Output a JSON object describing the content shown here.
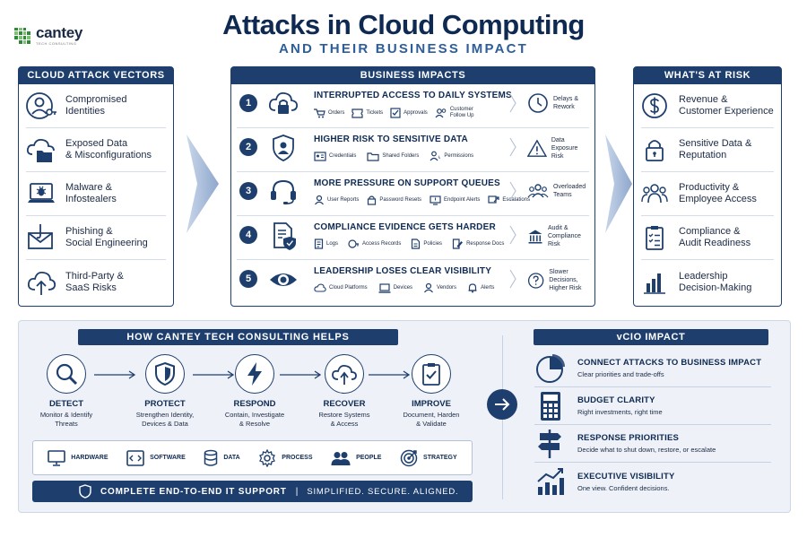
{
  "brand": {
    "name": "cantey",
    "tagline": "TECH CONSULTING"
  },
  "title": "Attacks in Cloud Computing",
  "subtitle": "AND THEIR BUSINESS IMPACT",
  "vectors": {
    "header": "CLOUD ATTACK VECTORS",
    "items": [
      {
        "line1": "Compromised",
        "line2": "Identities",
        "icon": "user-key-icon"
      },
      {
        "line1": "Exposed Data",
        "line2": "& Misconfigurations",
        "icon": "cloud-folder-icon"
      },
      {
        "line1": "Malware &",
        "line2": "Infostealers",
        "icon": "laptop-bug-icon"
      },
      {
        "line1": "Phishing &",
        "line2": "Social Engineering",
        "icon": "envelope-hook-icon"
      },
      {
        "line1": "Third-Party &",
        "line2": "SaaS Risks",
        "icon": "cloud-upload-icon"
      }
    ]
  },
  "impacts": {
    "header": "BUSINESS IMPACTS",
    "items": [
      {
        "num": "1",
        "title": "INTERRUPTED ACCESS TO DAILY SYSTEMS",
        "icon": "cloud-lock-icon",
        "subs": [
          "Orders",
          "Tickets",
          "Approvals",
          "Customer Follow Up"
        ],
        "out1": "Delays &",
        "out2": "Rework",
        "out_icon": "clock-icon"
      },
      {
        "num": "2",
        "title": "HIGHER RISK TO SENSITIVE DATA",
        "icon": "shield-user-icon",
        "subs": [
          "Credentials",
          "Shared Folders",
          "Permissions"
        ],
        "out1": "Data Exposure",
        "out2": "Risk",
        "out_icon": "warning-icon"
      },
      {
        "num": "3",
        "title": "MORE PRESSURE ON SUPPORT QUEUES",
        "icon": "headset-icon",
        "subs": [
          "User Reports",
          "Password Resets",
          "Endpoint Alerts",
          "Escalations"
        ],
        "out1": "Overloaded",
        "out2": "Teams",
        "out_icon": "team-icon"
      },
      {
        "num": "4",
        "title": "COMPLIANCE EVIDENCE GETS HARDER",
        "icon": "document-shield-icon",
        "subs": [
          "Logs",
          "Access Records",
          "Policies",
          "Response Docs"
        ],
        "out1": "Audit & Compliance",
        "out2": "Risk",
        "out_icon": "bank-icon"
      },
      {
        "num": "5",
        "title": "LEADERSHIP LOSES CLEAR VISIBILITY",
        "icon": "eye-icon",
        "subs": [
          "Cloud Platforms",
          "Devices",
          "Vendors",
          "Alerts"
        ],
        "out1": "Slower Decisions,",
        "out2": "Higher Risk",
        "out_icon": "question-icon"
      }
    ]
  },
  "risks": {
    "header": "WHAT'S AT RISK",
    "items": [
      {
        "line1": "Revenue &",
        "line2": "Customer Experience",
        "icon": "dollar-icon"
      },
      {
        "line1": "Sensitive Data &",
        "line2": "Reputation",
        "icon": "lock-icon"
      },
      {
        "line1": "Productivity &",
        "line2": "Employee Access",
        "icon": "people-icon"
      },
      {
        "line1": "Compliance &",
        "line2": "Audit Readiness",
        "icon": "checklist-icon"
      },
      {
        "line1": "Leadership",
        "line2": "Decision-Making",
        "icon": "bar-chart-icon"
      }
    ]
  },
  "helps": {
    "header": "HOW CANTEY TECH CONSULTING HELPS",
    "steps": [
      {
        "label": "DETECT",
        "d1": "Monitor & Identify",
        "d2": "Threats",
        "icon": "magnifier-icon"
      },
      {
        "label": "PROTECT",
        "d1": "Strengthen Identity,",
        "d2": "Devices & Data",
        "icon": "shield-icon"
      },
      {
        "label": "RESPOND",
        "d1": "Contain, Investigate",
        "d2": "& Resolve",
        "icon": "lightning-icon"
      },
      {
        "label": "RECOVER",
        "d1": "Restore Systems",
        "d2": "& Access",
        "icon": "cloud-restore-icon"
      },
      {
        "label": "IMPROVE",
        "d1": "Document, Harden",
        "d2": "& Validate",
        "icon": "clipboard-check-icon"
      }
    ],
    "pillars": [
      "HARDWARE",
      "SOFTWARE",
      "DATA",
      "PROCESS",
      "PEOPLE",
      "STRATEGY"
    ],
    "support": "COMPLETE END-TO-END IT SUPPORT",
    "support_sep": "|",
    "tagline": "SIMPLIFIED. SECURE. ALIGNED."
  },
  "vcio": {
    "header": "vCIO IMPACT",
    "items": [
      {
        "title": "CONNECT ATTACKS TO BUSINESS IMPACT",
        "desc": "Clear priorities and trade-offs",
        "icon": "pie-chart-icon"
      },
      {
        "title": "BUDGET CLARITY",
        "desc": "Right investments, right time",
        "icon": "calculator-icon"
      },
      {
        "title": "RESPONSE PRIORITIES",
        "desc": "Decide what to shut down, restore, or escalate",
        "icon": "signpost-icon"
      },
      {
        "title": "EXECUTIVE VISIBILITY",
        "desc": "One view. Confident decisions.",
        "icon": "trend-chart-icon"
      }
    ]
  },
  "colors": {
    "navy": "#1e3f6e",
    "dark": "#0f2a52",
    "accent": "#2e5e9a",
    "brand_green": "#2f8a3b",
    "light_bg": "#eef2f8"
  }
}
